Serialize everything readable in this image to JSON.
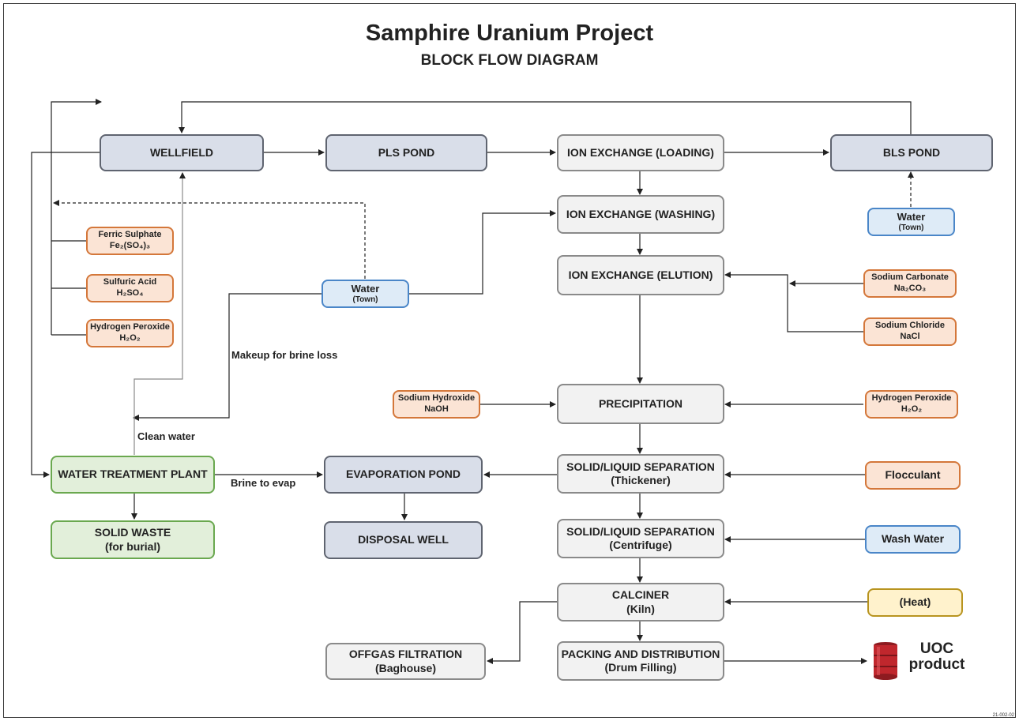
{
  "title": "Samphire Uranium Project",
  "subtitle": "BLOCK FLOW DIAGRAM",
  "boxes": {
    "wellfield": "WELLFIELD",
    "pls_pond": "PLS POND",
    "ix_loading": "ION EXCHANGE (LOADING)",
    "bls_pond": "BLS POND",
    "ix_washing": "ION EXCHANGE (WASHING)",
    "ix_elution": "ION EXCHANGE (ELUTION)",
    "precipitation": "PRECIPITATION",
    "sl_thickener_1": "SOLID/LIQUID SEPARATION",
    "sl_thickener_2": "(Thickener)",
    "sl_centrifuge_1": "SOLID/LIQUID SEPARATION",
    "sl_centrifuge_2": "(Centrifuge)",
    "calciner_1": "CALCINER",
    "calciner_2": "(Kiln)",
    "packing_1": "PACKING AND DISTRIBUTION",
    "packing_2": "(Drum Filling)",
    "offgas_1": "OFFGAS FILTRATION",
    "offgas_2": "(Baghouse)",
    "wtp": "WATER TREATMENT PLANT",
    "solid_waste_1": "SOLID WASTE",
    "solid_waste_2": "(for burial)",
    "evap_pond": "EVAPORATION POND",
    "disposal_well": "DISPOSAL WELL"
  },
  "reagents": {
    "ferric_1": "Ferric Sulphate",
    "ferric_2": "Fe₂(SO₄)₃",
    "sulfuric_1": "Sulfuric Acid",
    "sulfuric_2": "H₂SO₄",
    "h2o2_left_1": "Hydrogen Peroxide",
    "h2o2_left_2": "H₂O₂",
    "water_mid_1": "Water",
    "water_mid_2": "(Town)",
    "water_right_1": "Water",
    "water_right_2": "(Town)",
    "na2co3_1": "Sodium Carbonate",
    "na2co3_2": "Na₂CO₃",
    "nacl_1": "Sodium Chloride",
    "nacl_2": "NaCl",
    "naoh_1": "Sodium Hydroxide",
    "naoh_2": "NaOH",
    "h2o2_right_1": "Hydrogen Peroxide",
    "h2o2_right_2": "H₂O₂",
    "flocculant": "Flocculant",
    "wash_water": "Wash Water",
    "heat": "(Heat)"
  },
  "labels": {
    "makeup": "Makeup for brine loss",
    "clean_water": "Clean water",
    "brine": "Brine to evap"
  },
  "product": {
    "line1": "UOC",
    "line2": "product"
  },
  "drawing_ref": "21-002-02",
  "colors": {
    "process_blue_grey": "#d9dee9",
    "process_light": "#f2f2f2",
    "water_treatment_green": "#e2efda",
    "reagent_orange": "#fbe4d5",
    "water_blue": "#deebf7",
    "heat_yellow": "#fff2cc",
    "drum_red": "#c0272d"
  }
}
